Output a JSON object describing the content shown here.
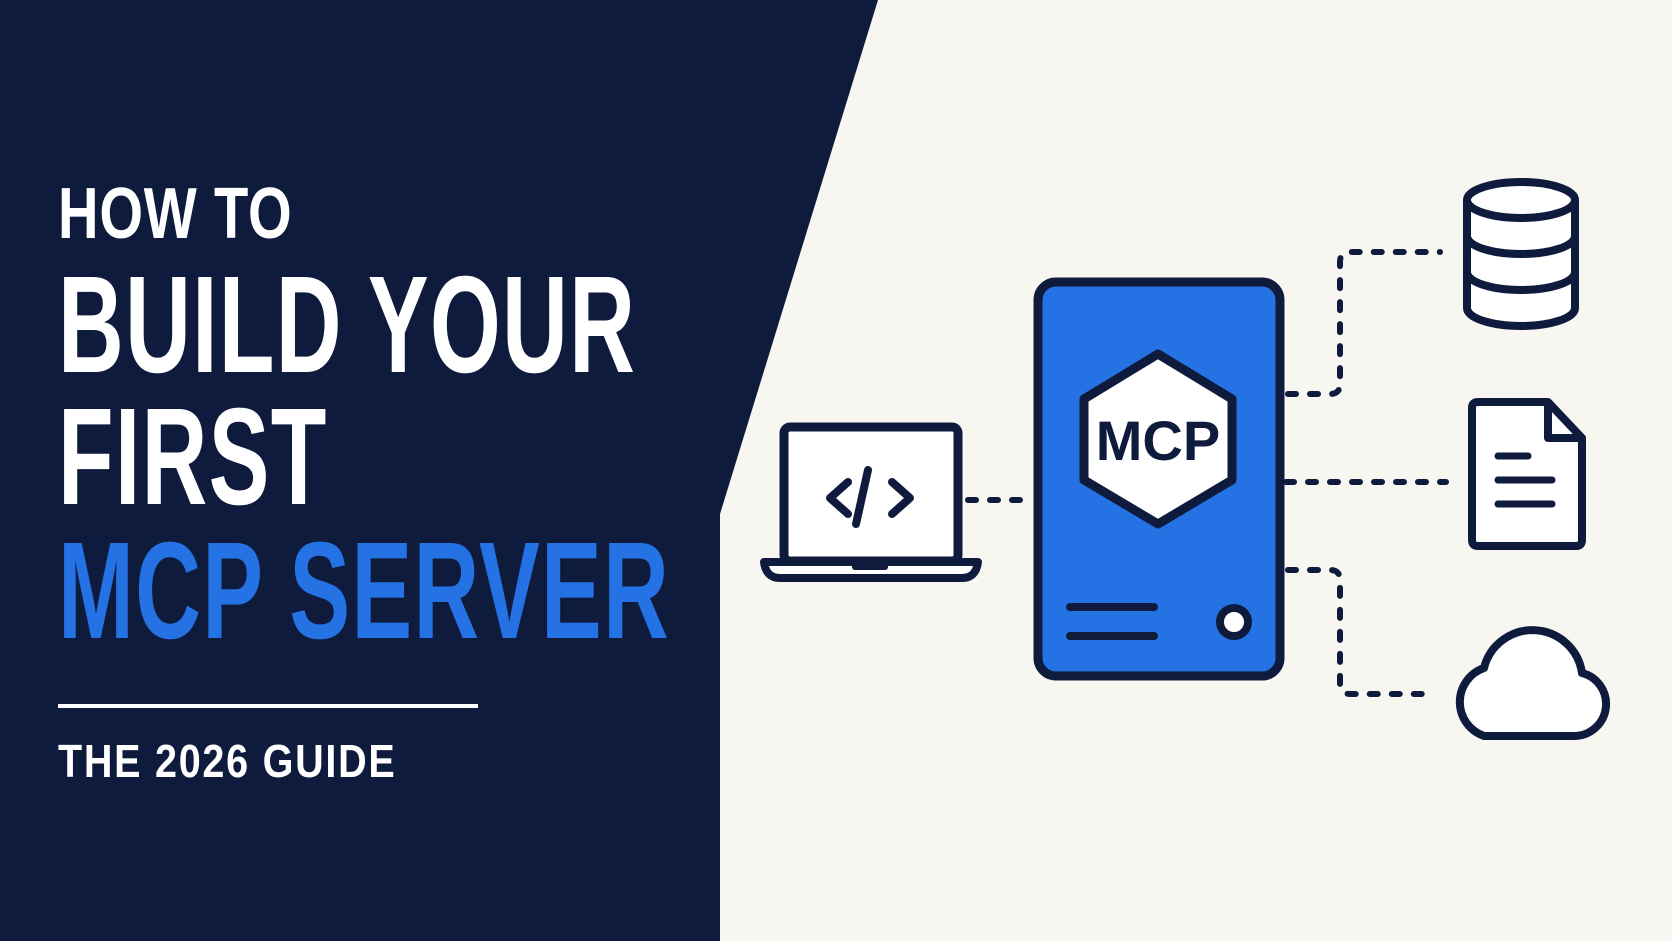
{
  "colors": {
    "navy": "#0F1B3D",
    "cream": "#F8F6F1",
    "accent_blue": "#2472E3",
    "white": "#FFFFFF",
    "outline": "#0F1B3D"
  },
  "title": {
    "line1": "HOW TO",
    "line2": "BUILD YOUR",
    "line3": "FIRST",
    "line4": "MCP SERVER"
  },
  "subtitle": "THE 2026 GUIDE",
  "diagram": {
    "server_label": "MCP",
    "laptop_code_glyph": "</>",
    "icons": [
      "laptop-icon",
      "server-icon",
      "database-icon",
      "document-icon",
      "cloud-icon"
    ]
  }
}
